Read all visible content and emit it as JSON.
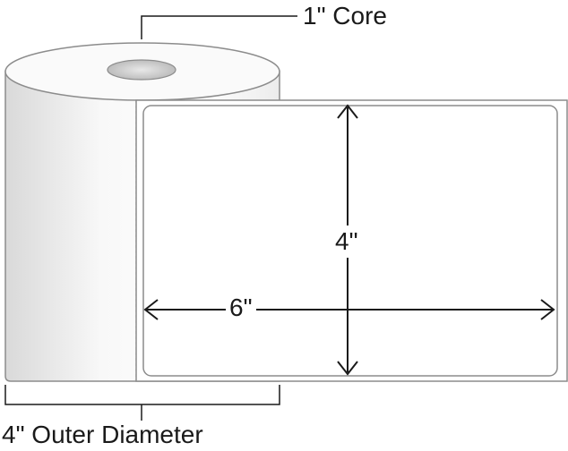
{
  "labels": {
    "core": "1\" Core",
    "width": "6\"",
    "height": "4\"",
    "outer_diameter": "4\" Outer Diameter"
  },
  "colors": {
    "line": "#1a1a1a",
    "outline": "#8c8c8c",
    "roll_shade": "#e9e9e9",
    "core_hole": "#cfcfcf"
  }
}
